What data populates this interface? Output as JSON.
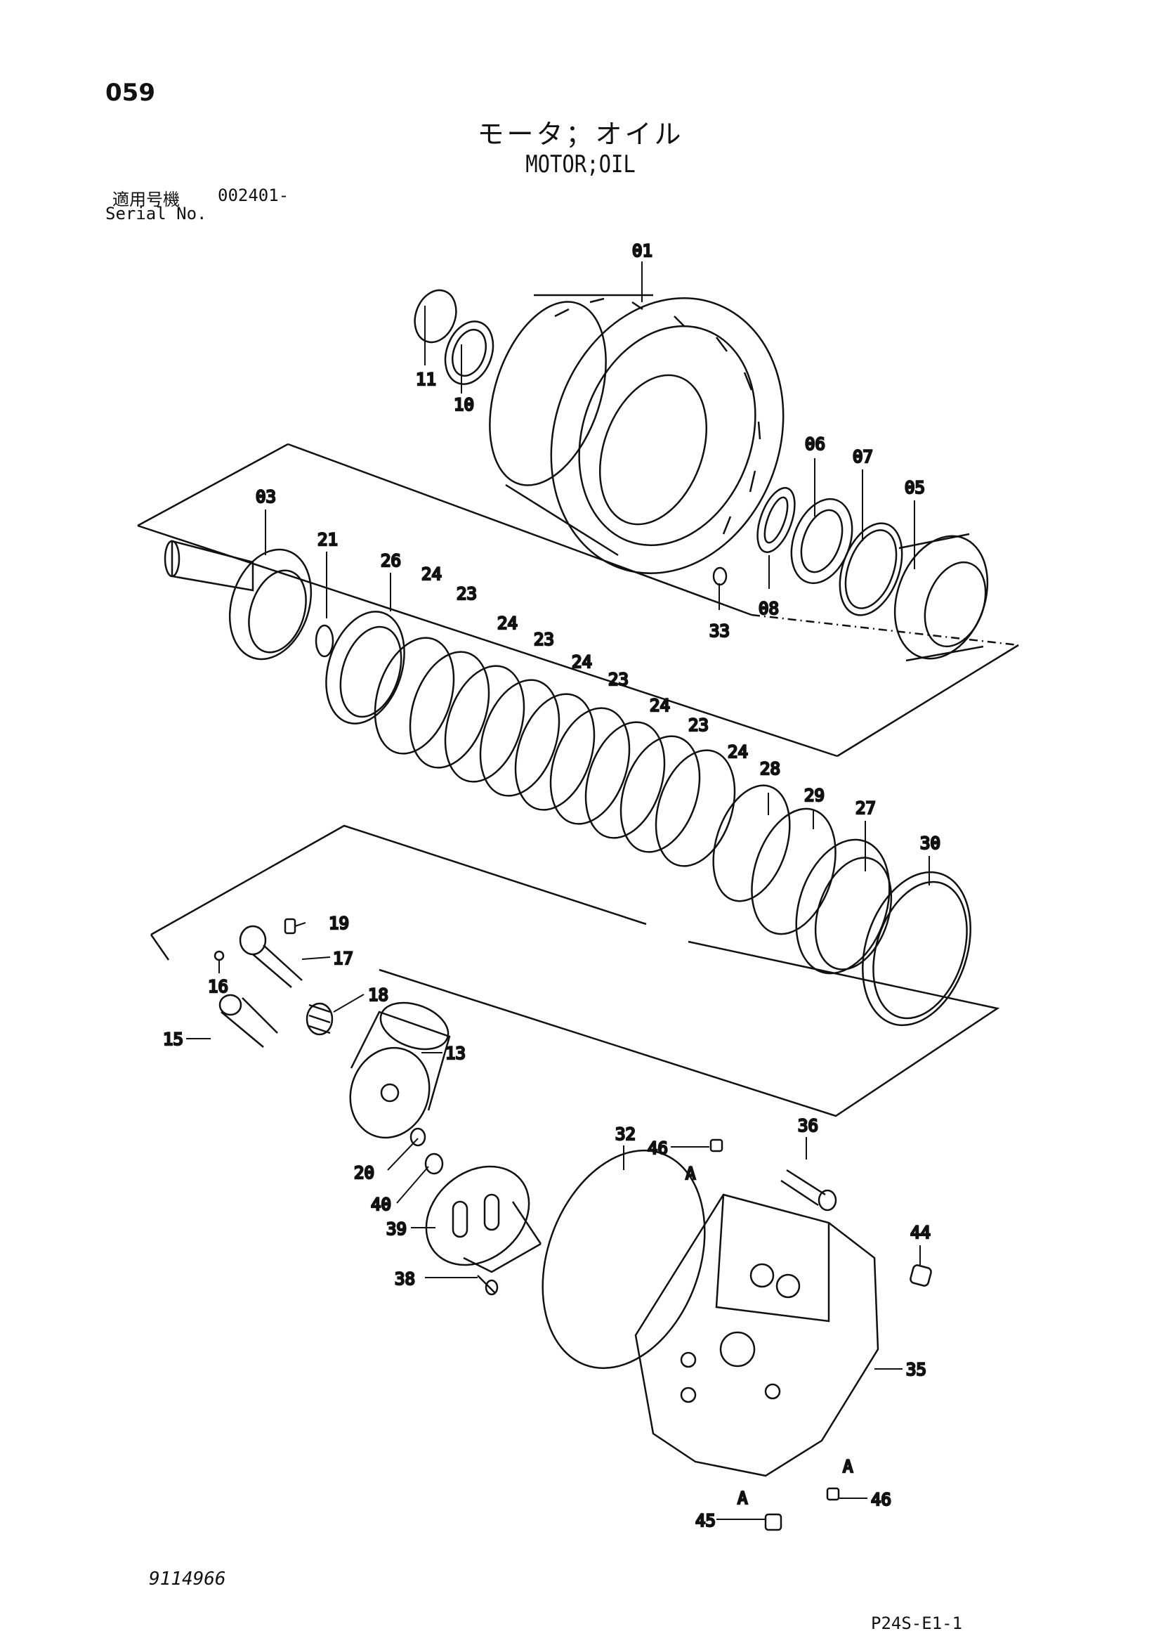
{
  "page_number": "059",
  "title_jp": "モータ；オイル",
  "title_en": "MOTOR;OIL",
  "serial_label_jp": "適用号機",
  "serial_value": "002401-",
  "serial_label_en": "Serial No.",
  "footer_left": "9114966",
  "footer_right": "P24S-E1-1",
  "callouts": {
    "p01": "01",
    "p03": "03",
    "p05": "05",
    "p06": "06",
    "p07": "07",
    "p08": "08",
    "p10": "10",
    "p11": "11",
    "p13": "13",
    "p15": "15",
    "p16": "16",
    "p17": "17",
    "p18": "18",
    "p19": "19",
    "p20": "20",
    "p21": "21",
    "p23a": "23",
    "p23b": "23",
    "p23c": "23",
    "p23d": "23",
    "p24a": "24",
    "p24b": "24",
    "p24c": "24",
    "p24d": "24",
    "p24e": "24",
    "p26": "26",
    "p27": "27",
    "p28": "28",
    "p29": "29",
    "p30": "30",
    "p32": "32",
    "p33": "33",
    "p35": "35",
    "p36": "36",
    "p38": "38",
    "p39": "39",
    "p40": "40",
    "p44": "44",
    "p45": "45",
    "p46a": "46",
    "p46b": "46",
    "refA1": "A",
    "refA2": "A",
    "refA3": "A"
  }
}
